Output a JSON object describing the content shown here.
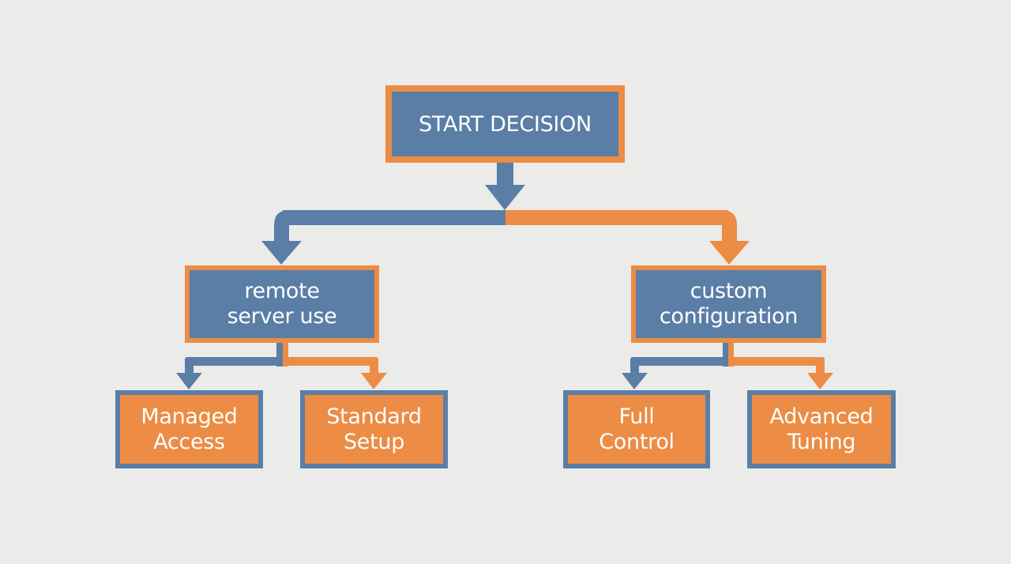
{
  "colors": {
    "background": "#ebebea",
    "blue": "#5a7ea6",
    "orange": "#ec8c45",
    "text": "#ffffff"
  },
  "root": {
    "label": "START DECISION"
  },
  "branches": [
    {
      "line1": "remote",
      "line2": "server use",
      "color": "blue",
      "children": [
        {
          "line1": "Managed",
          "line2": "Access"
        },
        {
          "line1": "Standard",
          "line2": "Setup"
        }
      ]
    },
    {
      "line1": "custom",
      "line2": "configuration",
      "color": "orange",
      "children": [
        {
          "line1": "Full",
          "line2": "Control"
        },
        {
          "line1": "Advanced",
          "line2": "Tuning"
        }
      ]
    }
  ]
}
